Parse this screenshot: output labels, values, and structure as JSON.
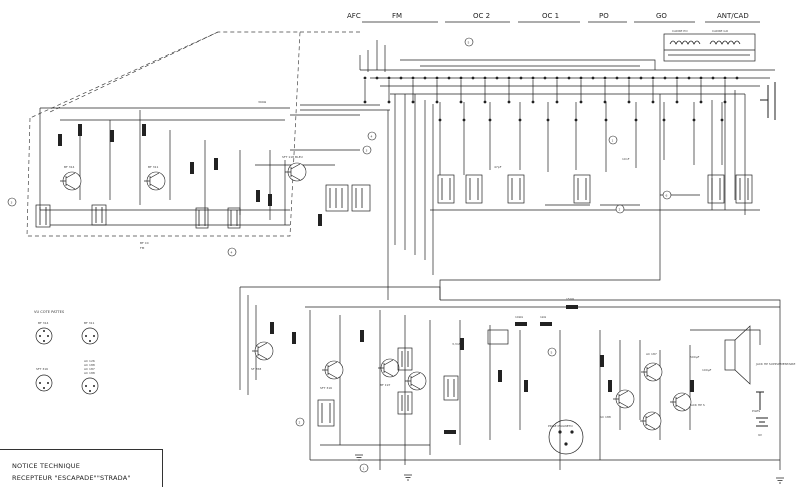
{
  "bands": {
    "afc": "AFC",
    "fm": "FM",
    "oc2": "OC 2",
    "oc1": "OC 1",
    "po": "PO",
    "go": "GO",
    "ant_cad": "ANT/CAD"
  },
  "frames": {
    "po": "CADRE PO",
    "go": "CADRE GO"
  },
  "transistors": {
    "t1": "BF 314",
    "t2": "BF 311",
    "t3": "SFT 118 BLEU",
    "t4": "SF 358",
    "t5": "SFT 316",
    "t6": "BF 197",
    "t7": "AC 187",
    "t8": "AC 188"
  },
  "pinout": {
    "title": "VU COTE PATTES",
    "a": "BF 314",
    "b": "BF 311",
    "c": "SFT 316",
    "d_lines": [
      "AC 126",
      "AC 188",
      "AC 187",
      "AC 188"
    ]
  },
  "labels": {
    "bfcc": "BF CC",
    "fm_out": "FM",
    "speaker_jack": "JACK HP SUPPLEMENTAIRE",
    "jack_hp": "JACK HP S",
    "pile": "PILES",
    "volt": "9V",
    "prise_magneto": "PRISE MAGNETO",
    "r1": "390Ω",
    "r2": "150Ω",
    "r3": "1kΩ",
    "r4": "10kΩ",
    "c1": "47pF",
    "c2": "10nF",
    "c3": "3,3nF",
    "c4": "100µF",
    "c5": "500µF"
  },
  "markers": [
    "1",
    "2",
    "3",
    "4",
    "5",
    "6"
  ],
  "title": {
    "line1": "NOTICE TECHNIQUE",
    "line2": "RECEPTEUR  \"ESCAPADE\"\"STRADA\""
  }
}
